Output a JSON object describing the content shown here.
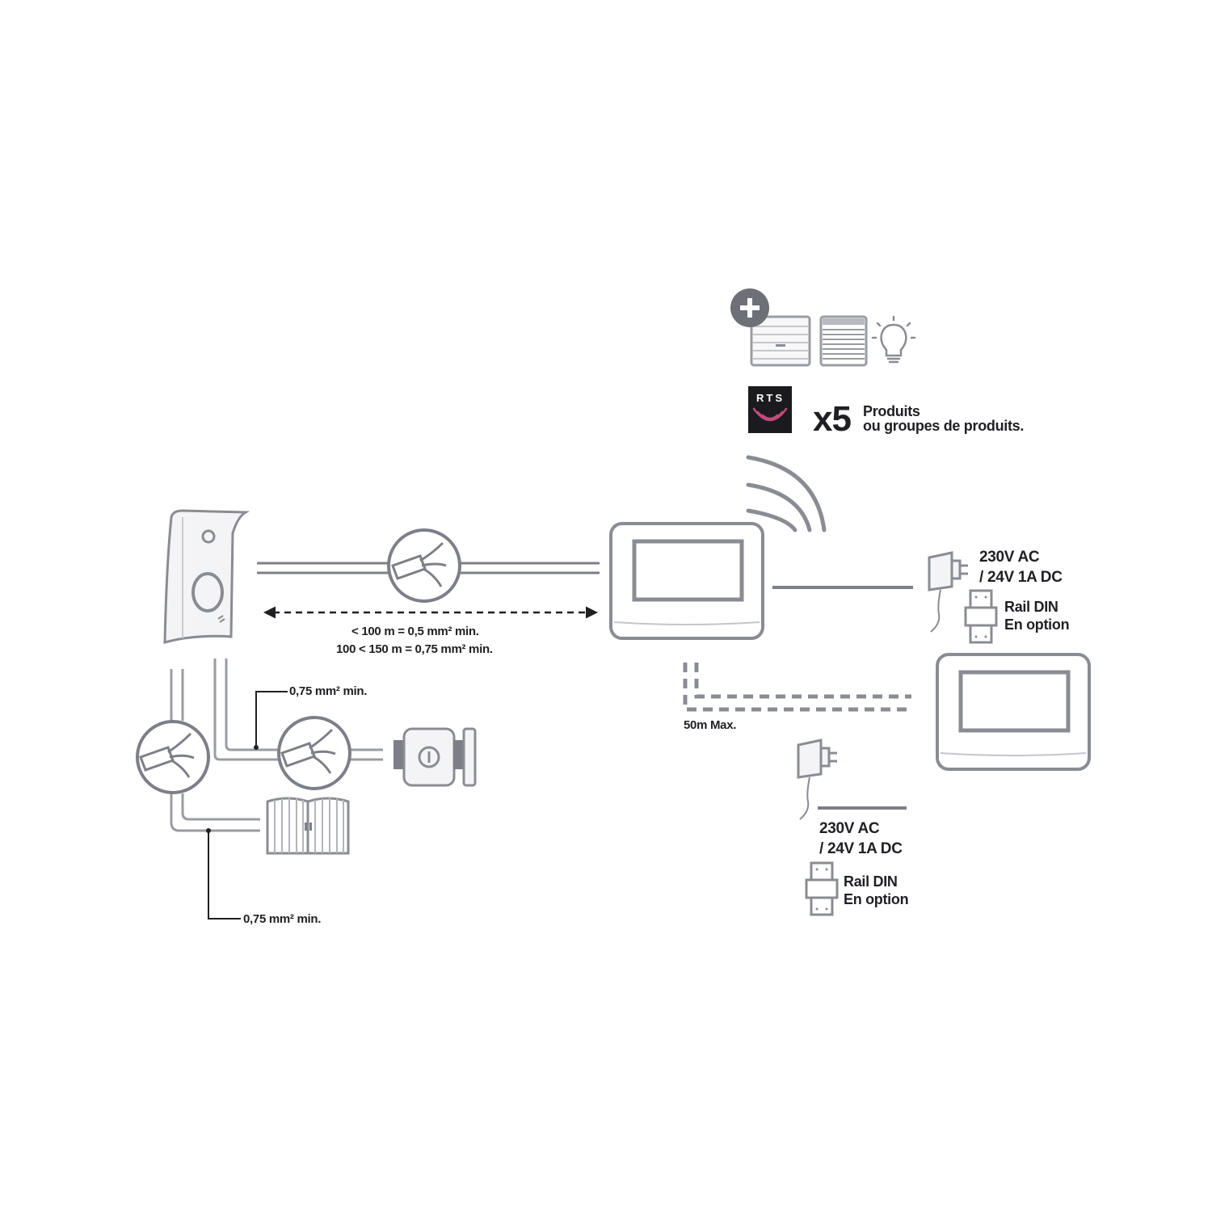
{
  "labels": {
    "distance_line1": "< 100 m = 0,5 mm² min.",
    "distance_line2": "100 < 150 m = 0,75 mm² min.",
    "cable_lock": "0,75 mm² min.",
    "cable_gate": "0,75 mm² min.",
    "max_distance": "50m Max.",
    "power1_line1": "230V AC",
    "power1_line2": "/ 24V 1A DC",
    "rail1_line1": "Rail DIN",
    "rail1_line2": "En option",
    "power2_line1": "230V AC",
    "power2_line2": "/ 24V 1A DC",
    "rail2_line1": "Rail DIN",
    "rail2_line2": "En option",
    "rts_logo": "RTS",
    "quantity": "x5",
    "products_line1": "Produits",
    "products_line2": "ou groupes de produits."
  },
  "colors": {
    "line": "#7d7f88",
    "line_light": "#b8bac0",
    "outline": "#8a8c94",
    "text": "#1f1f24",
    "rts_bg": "#1a1a1f",
    "plus_bg": "#6e7078"
  },
  "icons": [
    "door-station-icon",
    "cable-junction-icon",
    "electric-lock-icon",
    "gate-icon",
    "monitor-icon",
    "radio-waves-icon",
    "power-adapter-icon",
    "din-rail-icon",
    "plus-icon",
    "roller-shutter-icon",
    "blind-icon",
    "light-bulb-icon",
    "rts-logo"
  ]
}
